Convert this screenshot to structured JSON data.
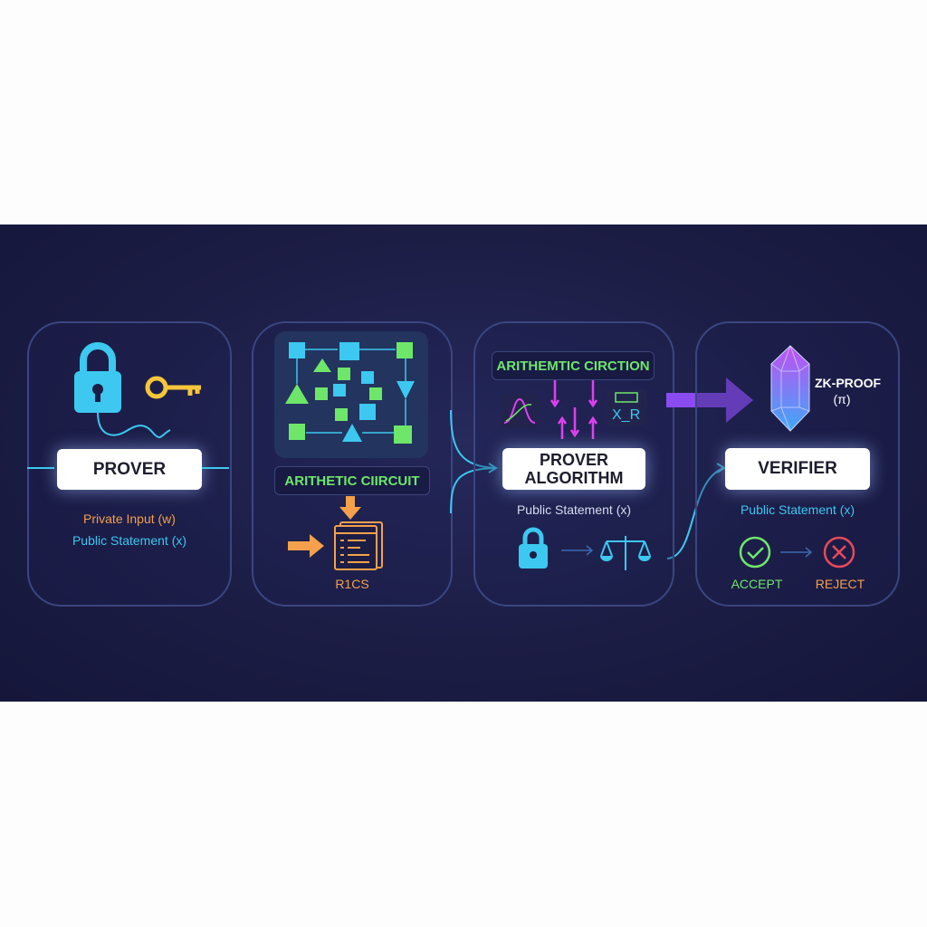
{
  "prover": {
    "label": "PROVER",
    "private_input": "Private Input (w)",
    "public_statement": "Public Statement (x)"
  },
  "circuit": {
    "label": "ARITHETIC CIIRCUIT",
    "r1cs": "R1CS"
  },
  "algorithm": {
    "header": "ARITHEMTIC CIRCTION",
    "label_line1": "PROVER",
    "label_line2": "ALGORITHM",
    "public_statement": "Public Statement (x)",
    "xr_label": "X_R"
  },
  "proof": {
    "label": "ZK-PROOF",
    "symbol": "(π)"
  },
  "verifier": {
    "label": "VERIFIER",
    "public_statement": "Public Statement (x)",
    "accept": "ACCEPT",
    "reject": "REJECT"
  },
  "colors": {
    "background": "#1c1d45",
    "cyan": "#3cc8f0",
    "green": "#6ee66a",
    "orange": "#f5a04a",
    "purple": "#8a4cf0",
    "magenta": "#e040f0",
    "red": "#e84a5a"
  }
}
